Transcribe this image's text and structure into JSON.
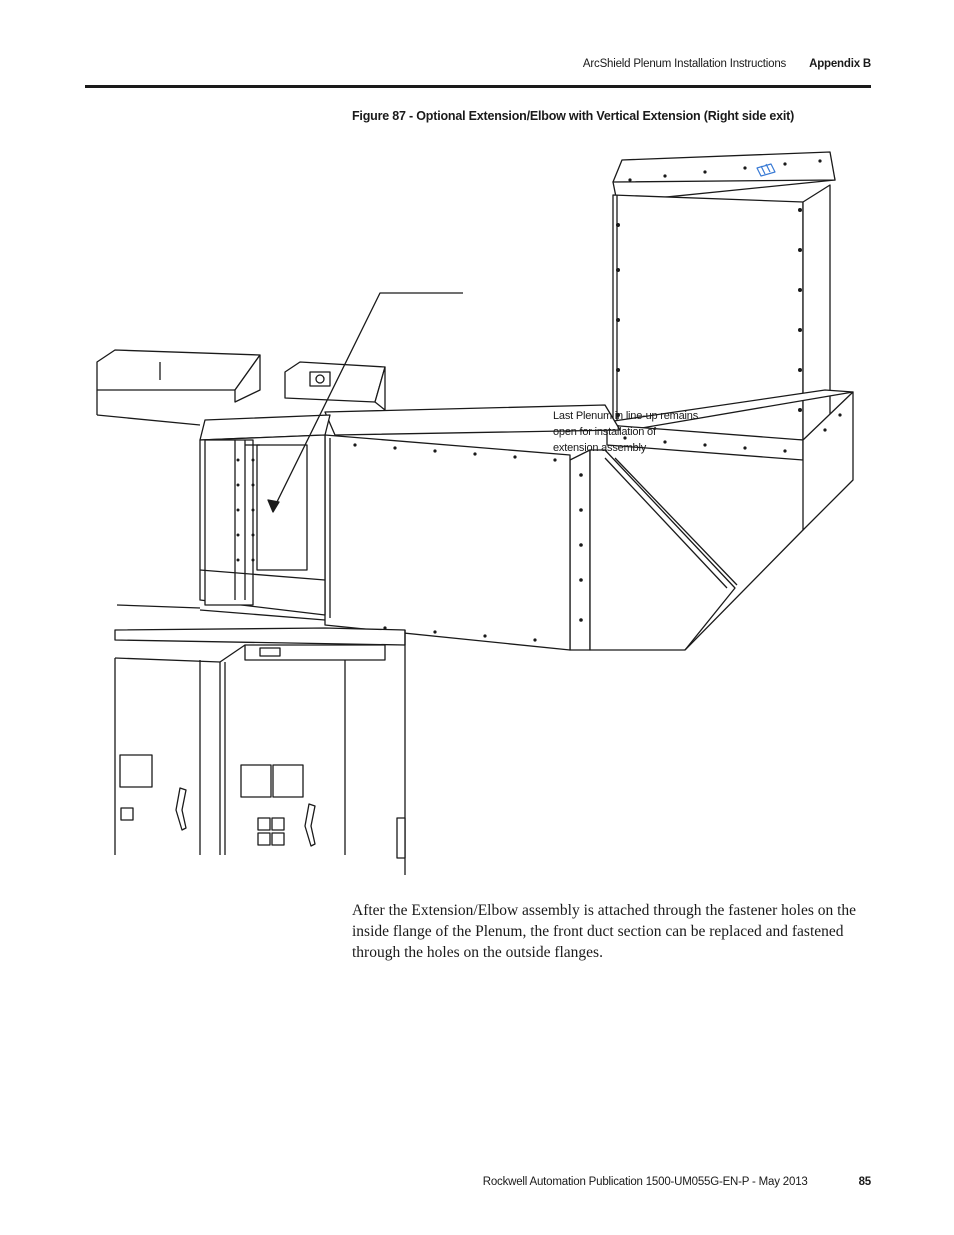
{
  "header": {
    "publication_title": "ArcShield Plenum Installation Instructions",
    "section": "Appendix B"
  },
  "figure": {
    "caption": "Figure 87 - Optional Extension/Elbow with Vertical Extension (Right side exit)",
    "callout_lines": [
      "Last Plenum in line-up remains",
      "open for installation of",
      "extension assembly"
    ]
  },
  "body": {
    "paragraph": "After the Extension/Elbow assembly is attached through the fastener holes on the inside flange of the Plenum, the front duct section can be replaced and fastened through the holes on the outside flanges."
  },
  "footer": {
    "publication_info": "Rockwell Automation Publication 1500-UM055G-EN-P - May 2013",
    "page_number": "85"
  },
  "colors": {
    "line": "#1a1a1a",
    "accent_logo": "#3a7bd5"
  }
}
